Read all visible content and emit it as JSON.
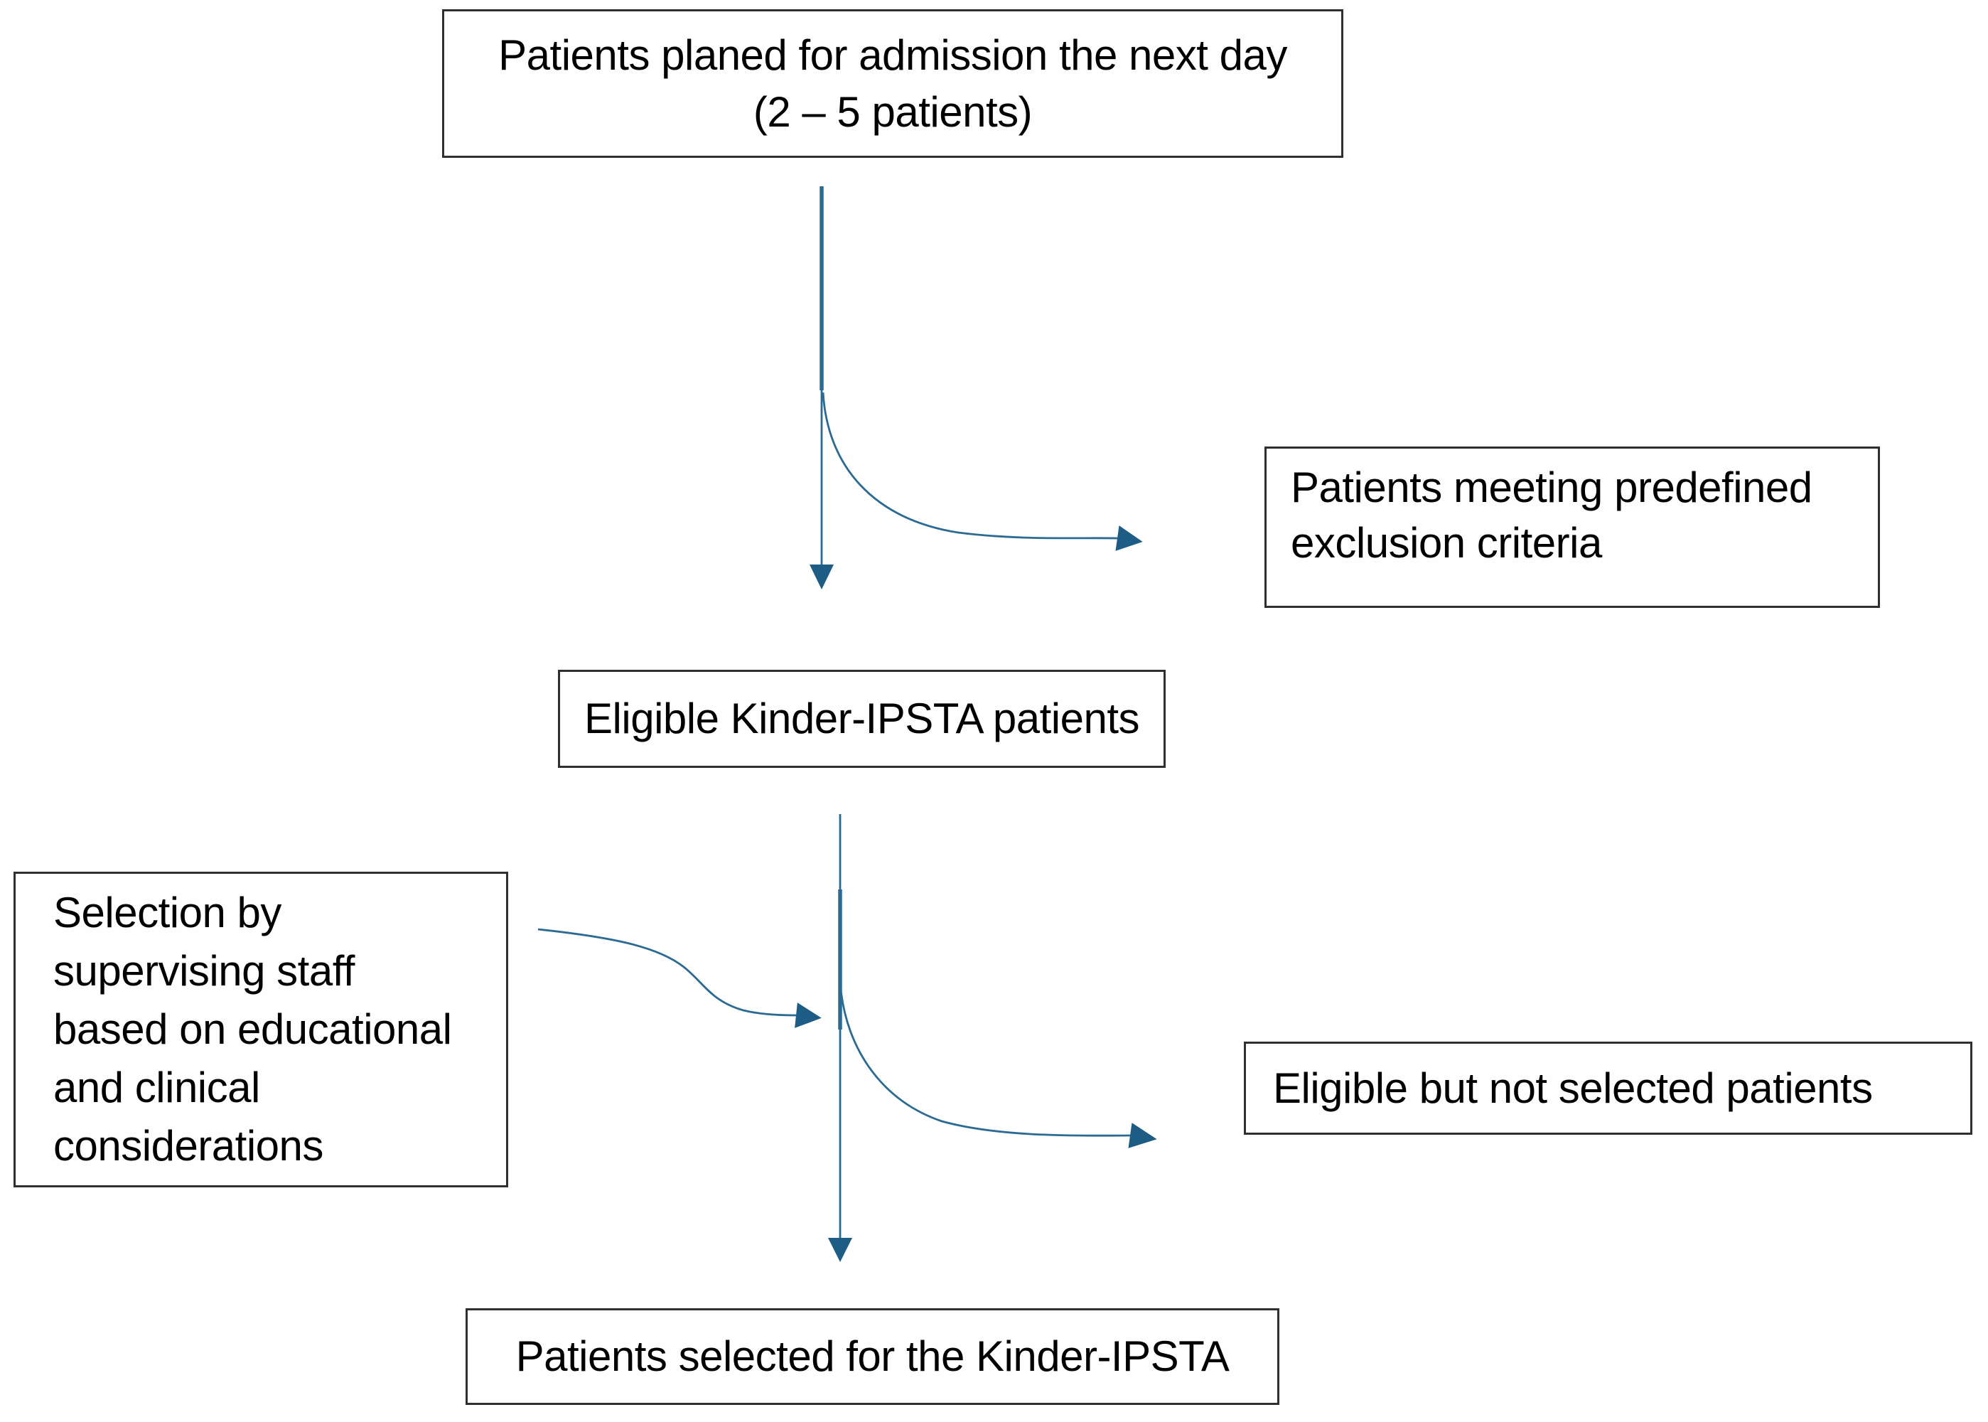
{
  "figure": {
    "type": "patient-selection-flow-diagram",
    "background": "#ffffff"
  },
  "colors": {
    "box_border": "#2f2f2f",
    "text": "#000000",
    "arrow_line": "#2b6a93",
    "arrow_head": "#1d5c84"
  },
  "boxes": {
    "planned_admission": {
      "line1": "Patients planed for admission the next day",
      "line2": "(2 – 5 patients)"
    },
    "exclusion": {
      "label": "Patients meeting predefined exclusion criteria"
    },
    "eligible": {
      "label": "Eligible Kinder-IPSTA patients"
    },
    "selection_note": {
      "label": "Selection by supervising staff based on educational and clinical considerations"
    },
    "not_selected": {
      "label": "Eligible but not selected patients"
    },
    "selected": {
      "label": "Patients selected for the Kinder-IPSTA"
    }
  }
}
